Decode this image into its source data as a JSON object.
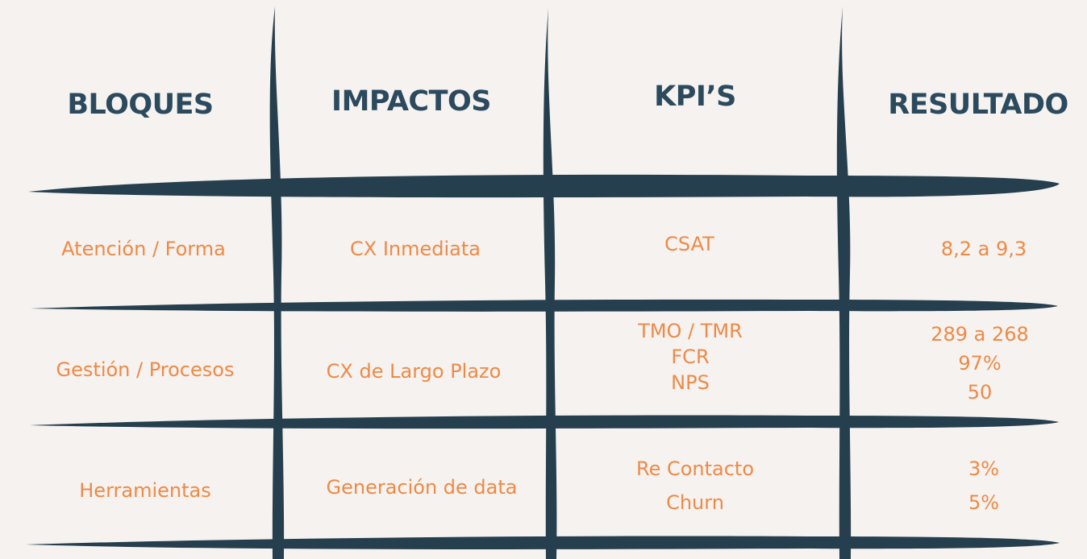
{
  "colors": {
    "background": "#f5f2f0",
    "header_text": "#2c4a5e",
    "cell_text": "#ee8a46",
    "brush_strokes": "#263f4e"
  },
  "headers": {
    "bloques": "BLOQUES",
    "impactos": "IMPACTOS",
    "kpis": "KPI’S",
    "resultado": "RESULTADO"
  },
  "rows": [
    {
      "bloque": "Atención / Forma",
      "impacto": "CX Inmediata",
      "kpis": [
        "CSAT"
      ],
      "resultados": [
        "8,2 a 9,3"
      ]
    },
    {
      "bloque": "Gestión / Procesos",
      "impacto": "CX de Largo Plazo",
      "kpis": [
        "TMO / TMR",
        "FCR",
        "NPS"
      ],
      "resultados": [
        "289 a 268",
        "97%",
        "50"
      ]
    },
    {
      "bloque": "Herramientas",
      "impacto": "Generación de data",
      "kpis": [
        "Re Contacto",
        "Churn"
      ],
      "resultados": [
        "3%",
        "5%"
      ]
    }
  ]
}
